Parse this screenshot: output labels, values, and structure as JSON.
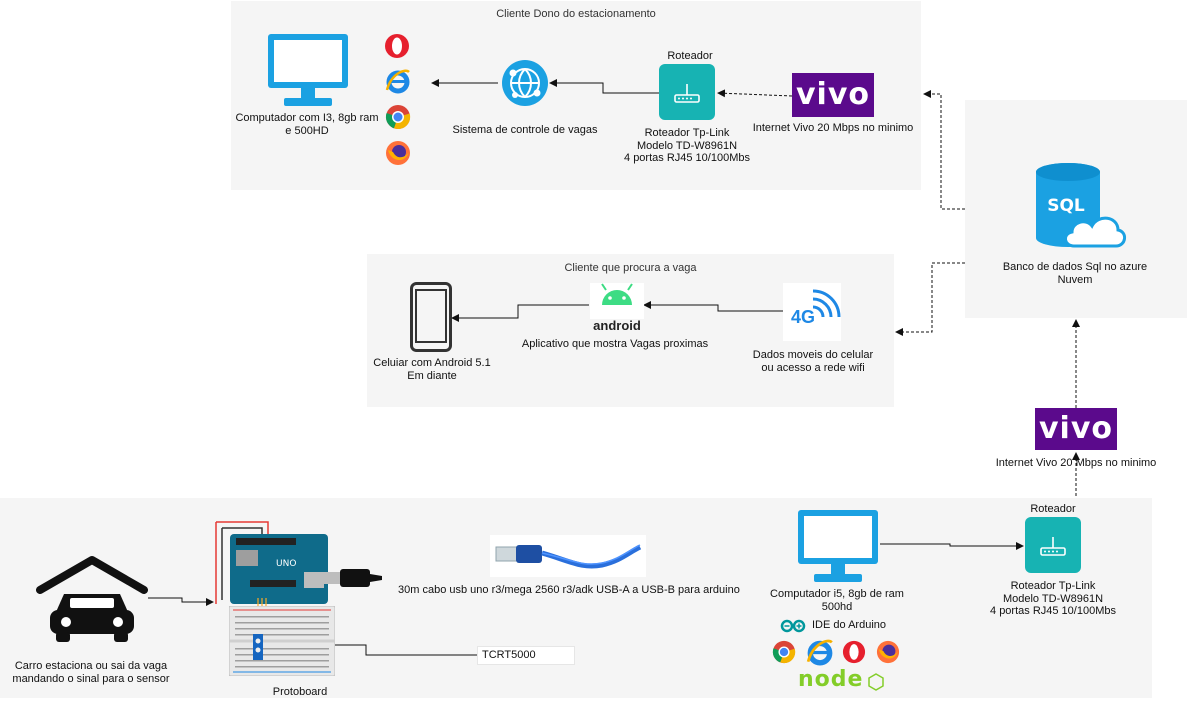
{
  "owner_panel": {
    "title": "Cliente Dono do estacionamento",
    "computer_label": "Computador com I3, 8gb ram\ne 500HD",
    "system_label": "Sistema de controle de vagas",
    "router_title": "Roteador",
    "router_label": "Roteador Tp-Link\nModelo TD-W8961N\n4 portas RJ45 10/100Mbs",
    "vivo_logo": "vivo",
    "internet_label": "Internet Vivo 20 Mbps no minimo",
    "browser_icons": [
      "opera-icon",
      "internet-explorer-icon",
      "chrome-icon",
      "firefox-icon"
    ]
  },
  "database": {
    "logo_text": "SQL",
    "label": "Banco de dados Sql no azure\nNuvem"
  },
  "seeker_panel": {
    "title": "Cliente que procura a vaga",
    "phone_label": "Celuiar com Android 5.1\nEm diante",
    "android_word": "android",
    "app_label": "Aplicativo que mostra Vagas proximas",
    "network_badge": "4G",
    "data_label": "Dados moveis do celular\nou acesso a rede wifi"
  },
  "internet_right": {
    "vivo_logo": "vivo",
    "label": "Internet Vivo 20 Mbps no minimo"
  },
  "sensor_panel": {
    "car_label": "Carro estaciona ou sai da vaga\nmandando o sinal para o sensor",
    "protoboard_label": "Protoboard",
    "usb_label": "30m cabo usb uno r3/mega 2560 r3/adk USB-A a USB-B para arduino",
    "sensor_label": "TCRT5000",
    "computer_label": "Computador i5, 8gb de ram\n500hd",
    "arduino_ide_label": "IDE do Arduino",
    "node_logo": "node",
    "router_title": "Roteador",
    "router_label": "Roteador Tp-Link\nModelo TD-W8961N\n4 portas RJ45 10/100Mbs",
    "browser_icons": [
      "chrome-icon",
      "internet-explorer-icon",
      "opera-icon",
      "firefox-icon"
    ]
  },
  "colors": {
    "panel_bg": "#f5f5f5",
    "monitor_blue": "#1ba1e2",
    "router_teal": "#17b3b3",
    "vivo_purple": "#5b0a8c",
    "sql_blue": "#1ba1e2",
    "android_green": "#3ddc84",
    "arduino_teal": "#00979c",
    "node_green": "#83cd29"
  }
}
